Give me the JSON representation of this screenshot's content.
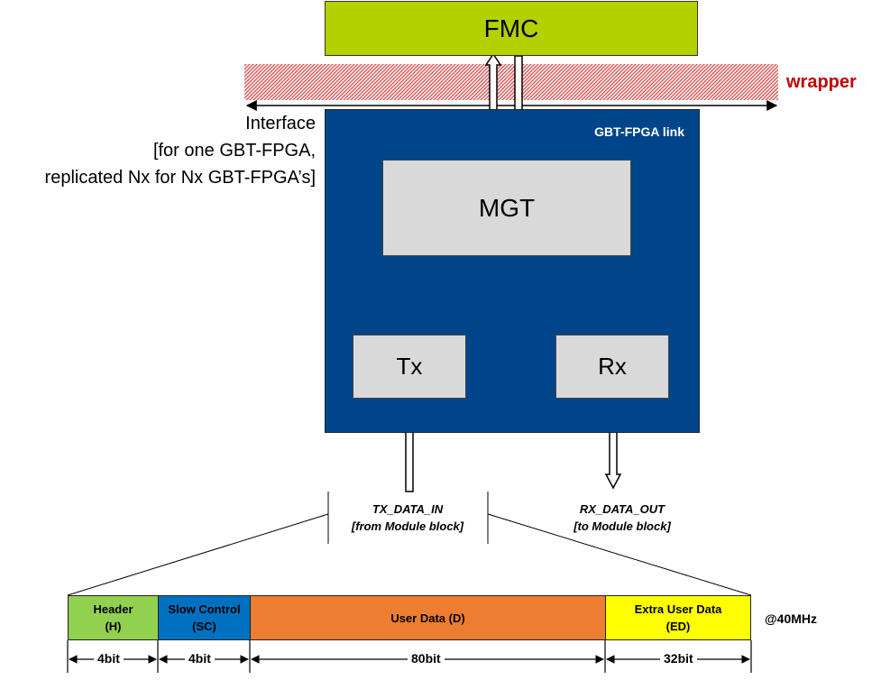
{
  "fmc": {
    "label": "FMC"
  },
  "wrapper": {
    "label": "wrapper"
  },
  "interface": {
    "lines": [
      "Interface",
      "[for one GBT-FPGA,",
      "replicated Nx for Nx GBT-FPGA’s]"
    ]
  },
  "gbt_link": {
    "label": "GBT-FPGA link"
  },
  "mgt": {
    "label": "MGT"
  },
  "tx": {
    "label": "Tx"
  },
  "rx": {
    "label": "Rx"
  },
  "tx_signal": {
    "name": "TX_DATA_IN",
    "source": "[from Module block]"
  },
  "rx_signal": {
    "name": "RX_DATA_OUT",
    "dest": "[to Module block]"
  },
  "frame": {
    "fields": [
      {
        "name": "Header",
        "abbr": "(H)",
        "bits": "4bit",
        "color": "#92d050"
      },
      {
        "name": "Slow Control",
        "abbr": "(SC)",
        "bits": "4bit",
        "color": "#0070c0"
      },
      {
        "name": "User Data (D)",
        "abbr": "",
        "bits": "80bit",
        "color": "#ed7d31"
      },
      {
        "name": "Extra User Data",
        "abbr": "(ED)",
        "bits": "32bit",
        "color": "#ffff00"
      }
    ],
    "rate": "@40MHz"
  },
  "colors": {
    "fmc": "#b3d000",
    "gbt_link": "#00458a",
    "block": "#d9d9d9",
    "wrapper_text": "#c00000",
    "wrapper_hatch": "#d04040"
  }
}
